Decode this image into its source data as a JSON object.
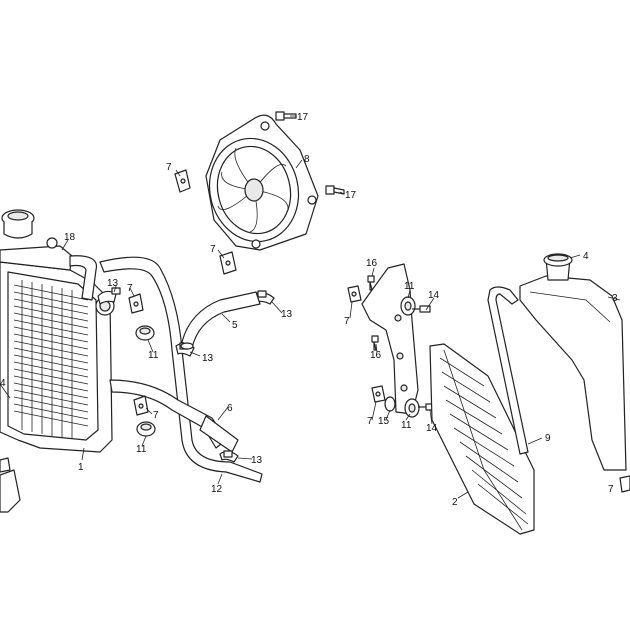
{
  "callouts": [
    {
      "id": "c1",
      "text": "1"
    },
    {
      "id": "c2",
      "text": "2"
    },
    {
      "id": "c3",
      "text": "3"
    },
    {
      "id": "c4a",
      "text": "4"
    },
    {
      "id": "c4b",
      "text": "4"
    },
    {
      "id": "c5",
      "text": "5"
    },
    {
      "id": "c6",
      "text": "6"
    },
    {
      "id": "c7a",
      "text": "7"
    },
    {
      "id": "c7b",
      "text": "7"
    },
    {
      "id": "c7c",
      "text": "7"
    },
    {
      "id": "c7d",
      "text": "7"
    },
    {
      "id": "c7e",
      "text": "7"
    },
    {
      "id": "c7f",
      "text": "7"
    },
    {
      "id": "c7g",
      "text": "7"
    },
    {
      "id": "c8",
      "text": "8"
    },
    {
      "id": "c9",
      "text": "9"
    },
    {
      "id": "c11a",
      "text": "11"
    },
    {
      "id": "c11b",
      "text": "11"
    },
    {
      "id": "c11c",
      "text": "11"
    },
    {
      "id": "c11d",
      "text": "11"
    },
    {
      "id": "c12",
      "text": "12"
    },
    {
      "id": "c13a",
      "text": "13"
    },
    {
      "id": "c13b",
      "text": "13"
    },
    {
      "id": "c13c",
      "text": "13"
    },
    {
      "id": "c13d",
      "text": "13"
    },
    {
      "id": "c14a",
      "text": "14"
    },
    {
      "id": "c14b",
      "text": "14"
    },
    {
      "id": "c15",
      "text": "15"
    },
    {
      "id": "c16a",
      "text": "16"
    },
    {
      "id": "c16b",
      "text": "16"
    },
    {
      "id": "c17a",
      "text": "17"
    },
    {
      "id": "c17b",
      "text": "17"
    },
    {
      "id": "c18",
      "text": "18"
    }
  ]
}
